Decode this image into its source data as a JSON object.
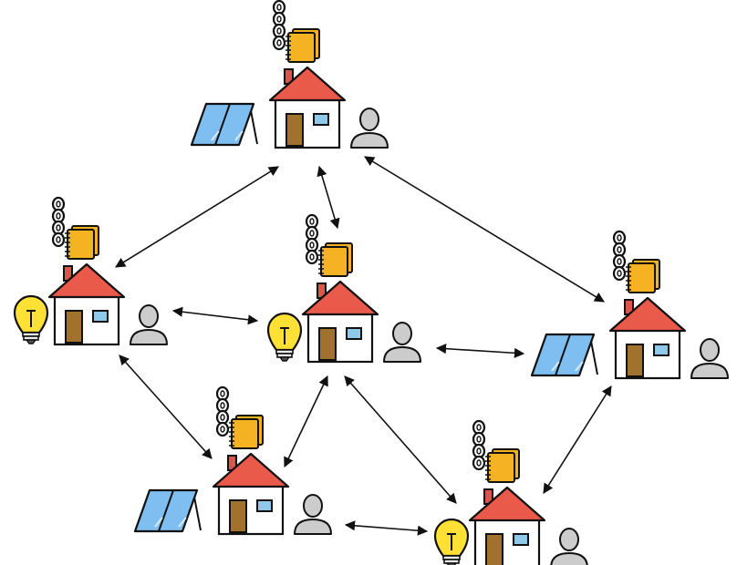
{
  "diagram": {
    "kind": "peer-to-peer energy trading network",
    "colors": {
      "roof": "#ea5a4a",
      "wall": "#ffffff",
      "door": "#a0722e",
      "window": "#8ec9ea",
      "chimney": "#d9574a",
      "ledger": "#f5b324",
      "chain": "#ffffff",
      "bulb": "#ffe135",
      "panel": "#7fbef0",
      "person": "#cccccc",
      "stroke": "#111111",
      "arrow": "#111111"
    },
    "nodes": [
      {
        "id": "house-top",
        "device": "solar-panel",
        "icons": [
          "house-icon",
          "blockchain-chain-icon",
          "ledger-book-icon",
          "solar-panel-icon",
          "person-icon"
        ]
      },
      {
        "id": "house-left",
        "device": "light-bulb",
        "icons": [
          "house-icon",
          "blockchain-chain-icon",
          "ledger-book-icon",
          "light-bulb-icon",
          "person-icon"
        ]
      },
      {
        "id": "house-center",
        "device": "light-bulb",
        "icons": [
          "house-icon",
          "blockchain-chain-icon",
          "ledger-book-icon",
          "light-bulb-icon",
          "person-icon"
        ]
      },
      {
        "id": "house-right",
        "device": "solar-panel",
        "icons": [
          "house-icon",
          "blockchain-chain-icon",
          "ledger-book-icon",
          "solar-panel-icon",
          "person-icon"
        ]
      },
      {
        "id": "house-bottom-left",
        "device": "solar-panel",
        "icons": [
          "house-icon",
          "blockchain-chain-icon",
          "ledger-book-icon",
          "solar-panel-icon",
          "person-icon"
        ]
      },
      {
        "id": "house-bottom-right",
        "device": "light-bulb",
        "icons": [
          "house-icon",
          "blockchain-chain-icon",
          "ledger-book-icon",
          "light-bulb-icon",
          "person-icon"
        ]
      }
    ],
    "links": [
      {
        "from": "house-top",
        "to": "house-left"
      },
      {
        "from": "house-top",
        "to": "house-center"
      },
      {
        "from": "house-top",
        "to": "house-right"
      },
      {
        "from": "house-left",
        "to": "house-center"
      },
      {
        "from": "house-center",
        "to": "house-right"
      },
      {
        "from": "house-left",
        "to": "house-bottom-left"
      },
      {
        "from": "house-center",
        "to": "house-bottom-left"
      },
      {
        "from": "house-center",
        "to": "house-bottom-right"
      },
      {
        "from": "house-right",
        "to": "house-bottom-right"
      },
      {
        "from": "house-bottom-left",
        "to": "house-bottom-right"
      }
    ]
  }
}
